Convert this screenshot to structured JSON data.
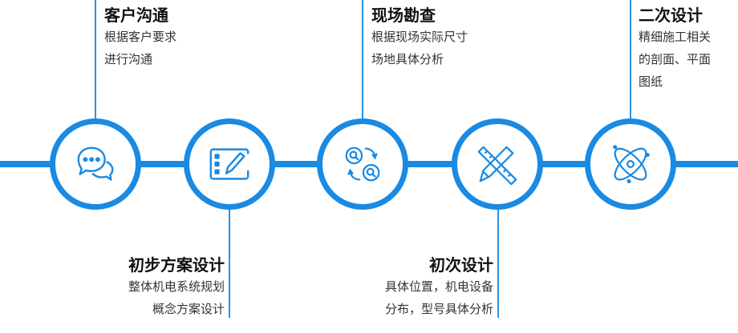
{
  "steps": [
    {
      "title": "客户沟通",
      "lines": [
        "根据客户要求",
        "进行沟通"
      ],
      "icon": "chat-bubbles-icon"
    },
    {
      "title": "初步方案设计",
      "lines": [
        "整体机电系统规划",
        "概念方案设计"
      ],
      "icon": "edit-board-icon"
    },
    {
      "title": "现场勘查",
      "lines": [
        "根据现场实际尺寸",
        "场地具体分析"
      ],
      "icon": "search-cycle-icon"
    },
    {
      "title": "初次设计",
      "lines": [
        "具体位置，机电设备",
        "分布，型号具体分析"
      ],
      "icon": "ruler-pencil-icon"
    },
    {
      "title": "二次设计",
      "lines": [
        "精细施工相关",
        "的剖面、平面",
        "图纸"
      ],
      "icon": "atom-icon"
    }
  ],
  "colors": {
    "accent": "#1a8ae2"
  }
}
